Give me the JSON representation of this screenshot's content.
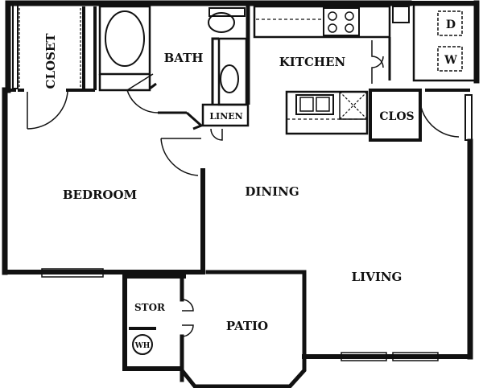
{
  "rooms": {
    "closet": "CLOSET",
    "bath": "BATH",
    "kitchen": "KITCHEN",
    "linen": "LINEN",
    "clos": "CLOS",
    "bedroom": "BEDROOM",
    "dining": "DINING",
    "living": "LIVING",
    "stor": "STOR",
    "patio": "PATIO"
  },
  "appliances": {
    "dryer": "D",
    "washer": "W",
    "water_heater": "WH"
  },
  "colors": {
    "wall": "#111111",
    "background": "#ffffff"
  }
}
